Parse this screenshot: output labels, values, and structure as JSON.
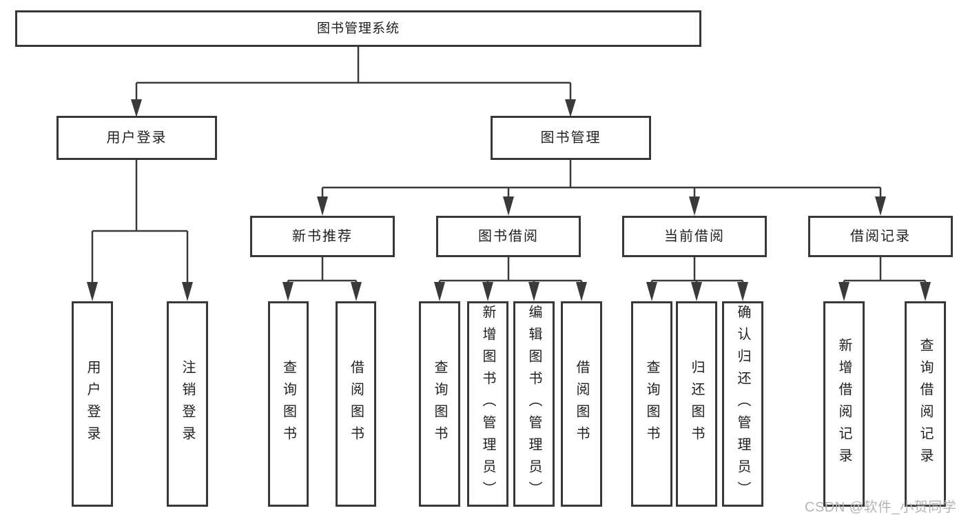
{
  "diagram": {
    "title": "图书管理系统",
    "watermark": "CSDN @软件_小贺同学",
    "colors": {
      "line": "#3a3a3a",
      "box_border": "#383838",
      "box_fill": "#ffffff",
      "text": "#1f1f1f",
      "watermark": "#b5b5b5"
    },
    "level2": [
      {
        "label": "用户登录",
        "children": [
          {
            "label": "用户登录"
          },
          {
            "label": "注销登录"
          }
        ]
      },
      {
        "label": "图书管理",
        "groups": [
          {
            "label": "新书推荐",
            "children": [
              {
                "label": "查询图书"
              },
              {
                "label": "借阅图书"
              }
            ]
          },
          {
            "label": "图书借阅",
            "children": [
              {
                "label": "查询图书"
              },
              {
                "label": "新增图书（管理员）"
              },
              {
                "label": "编辑图书（管理员）"
              },
              {
                "label": "借阅图书"
              }
            ]
          },
          {
            "label": "当前借阅",
            "children": [
              {
                "label": "查询图书"
              },
              {
                "label": "归还图书"
              },
              {
                "label": "确认归还（管理员）"
              }
            ]
          },
          {
            "label": "借阅记录",
            "children": [
              {
                "label": "新增借阅记录"
              },
              {
                "label": "查询借阅记录"
              }
            ]
          }
        ]
      }
    ]
  }
}
